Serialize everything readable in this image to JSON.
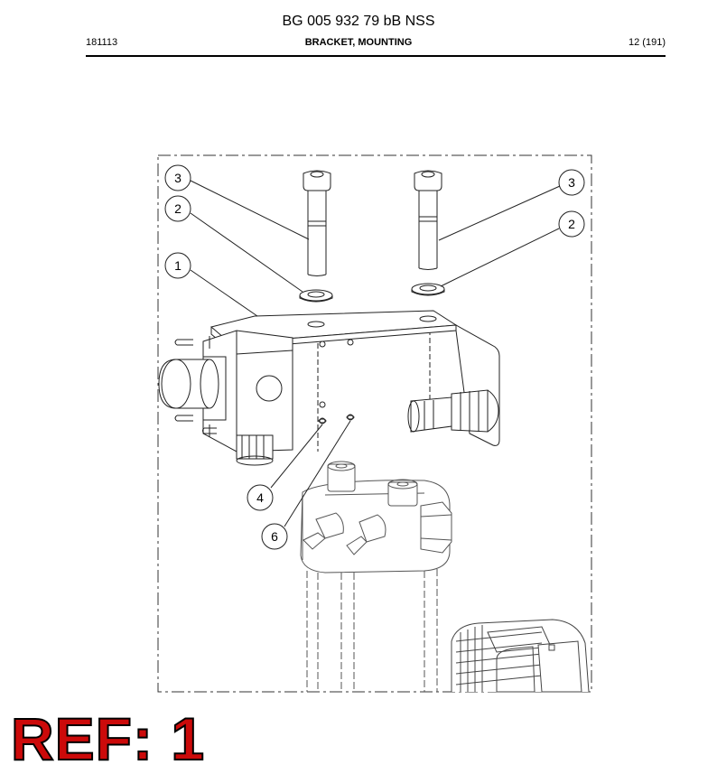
{
  "header": {
    "doc_number": "BG 005 932 79 bB NSS",
    "date_code": "181113",
    "part_title": "BRACKET, MOUNTING",
    "page": "12 (191)"
  },
  "callouts": [
    {
      "id": "c3-left",
      "label": "3"
    },
    {
      "id": "c2-left",
      "label": "2"
    },
    {
      "id": "c1",
      "label": "1"
    },
    {
      "id": "c3-right",
      "label": "3"
    },
    {
      "id": "c2-right",
      "label": "2"
    },
    {
      "id": "c4",
      "label": "4"
    },
    {
      "id": "c6",
      "label": "6"
    }
  ],
  "footer": {
    "ref_text": "REF: 1"
  },
  "colors": {
    "ref_red": "#cc0a0a",
    "line": "#222222"
  }
}
